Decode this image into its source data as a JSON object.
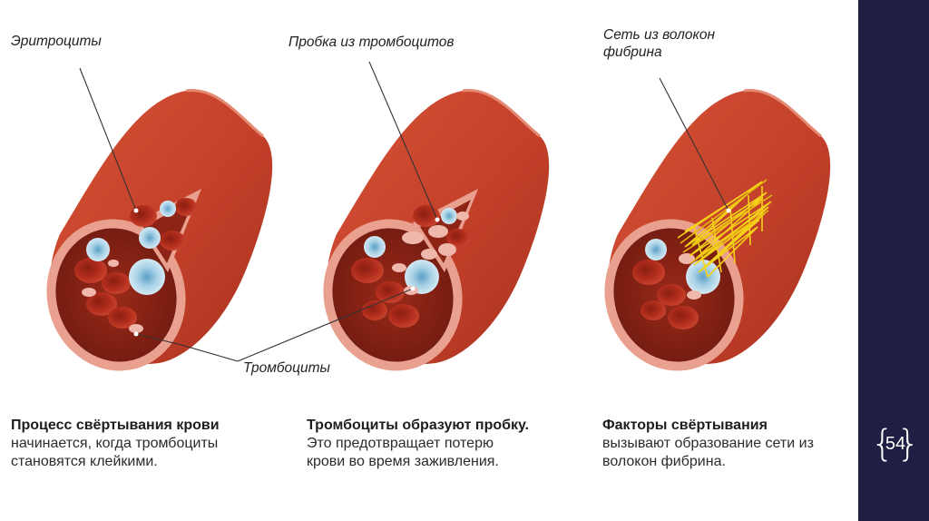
{
  "labels": {
    "erythrocytes": "Эритроциты",
    "platelet_plug": "Пробка из тромбоцитов",
    "fibrin_net": "Сеть из волокон\nфибрина",
    "platelets": "Тромбоциты"
  },
  "captions": [
    {
      "bold": "Процесс свёртывания крови",
      "lines": [
        "начинается, когда тромбоциты",
        "становятся клейкими."
      ]
    },
    {
      "bold": "Тромбоциты образуют пробку.",
      "lines": [
        "Это предотвращает потерю",
        "крови во время заживления."
      ]
    },
    {
      "bold": "Факторы свёртывания",
      "lines": [
        "вызывают образование сети из",
        "волокон фибрина."
      ]
    }
  ],
  "page_number": "54",
  "colors": {
    "vessel_wall": "#c6432c",
    "vessel_inner": "#e9a08e",
    "lumen": "#8e2416",
    "erythrocyte": "#b8301f",
    "leukocyte": "#a9cfe3",
    "platelet": "#f0b7ac",
    "fibrin": "#f4d21a",
    "sidebar": "#1f1f43"
  }
}
